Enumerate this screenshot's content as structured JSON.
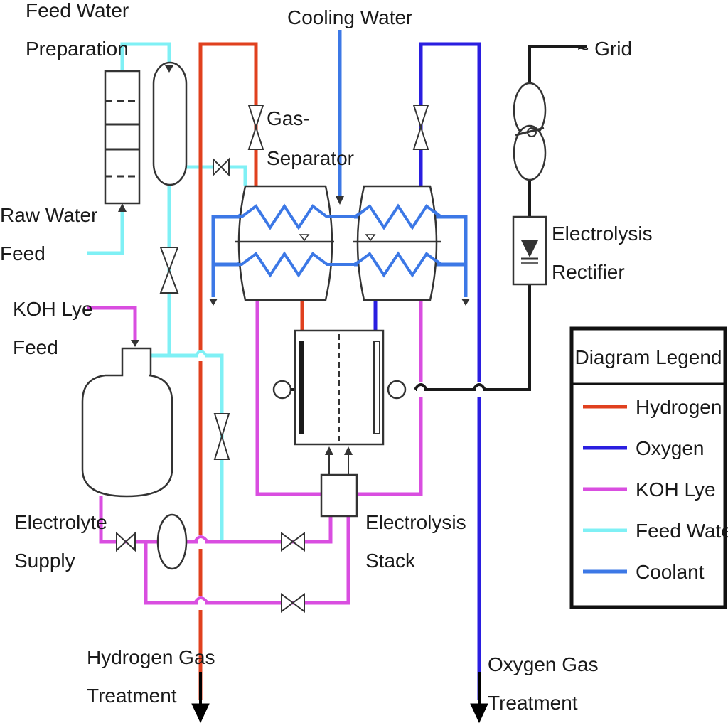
{
  "labels": {
    "feed_water_prep_1": "Feed Water",
    "feed_water_prep_2": "Preparation",
    "cooling_water": "Cooling Water",
    "grid": "~ Grid",
    "gas_separator_1": "Gas-",
    "gas_separator_2": "Separator",
    "raw_water_1": "Raw Water",
    "raw_water_2": "Feed",
    "koh_feed_1": "KOH Lye",
    "koh_feed_2": "Feed",
    "rectifier_1": "Electrolysis",
    "rectifier_2": "Rectifier",
    "electrolyte_1": "Electrolyte",
    "electrolyte_2": "Supply",
    "stack_1": "Electrolysis",
    "stack_2": "Stack",
    "h2_treat_1": "Hydrogen Gas",
    "h2_treat_2": "Treatment",
    "o2_treat_1": "Oxygen Gas",
    "o2_treat_2": "Treatment"
  },
  "legend": {
    "title": "Diagram Legend",
    "items": [
      {
        "label": "Hydrogen",
        "color": "#e0401e"
      },
      {
        "label": "Oxygen",
        "color": "#2a1ee0"
      },
      {
        "label": "KOH Lye",
        "color": "#d94ee0"
      },
      {
        "label": "Feed Water",
        "color": "#7ff0f5"
      },
      {
        "label": "Coolant",
        "color": "#3c78e6"
      }
    ]
  },
  "colors": {
    "hydrogen": "#e0401e",
    "oxygen": "#2a1ee0",
    "koh": "#d94ee0",
    "feedwater": "#7ff0f5",
    "coolant": "#3c78e6",
    "grid": "#1a1a1a"
  }
}
